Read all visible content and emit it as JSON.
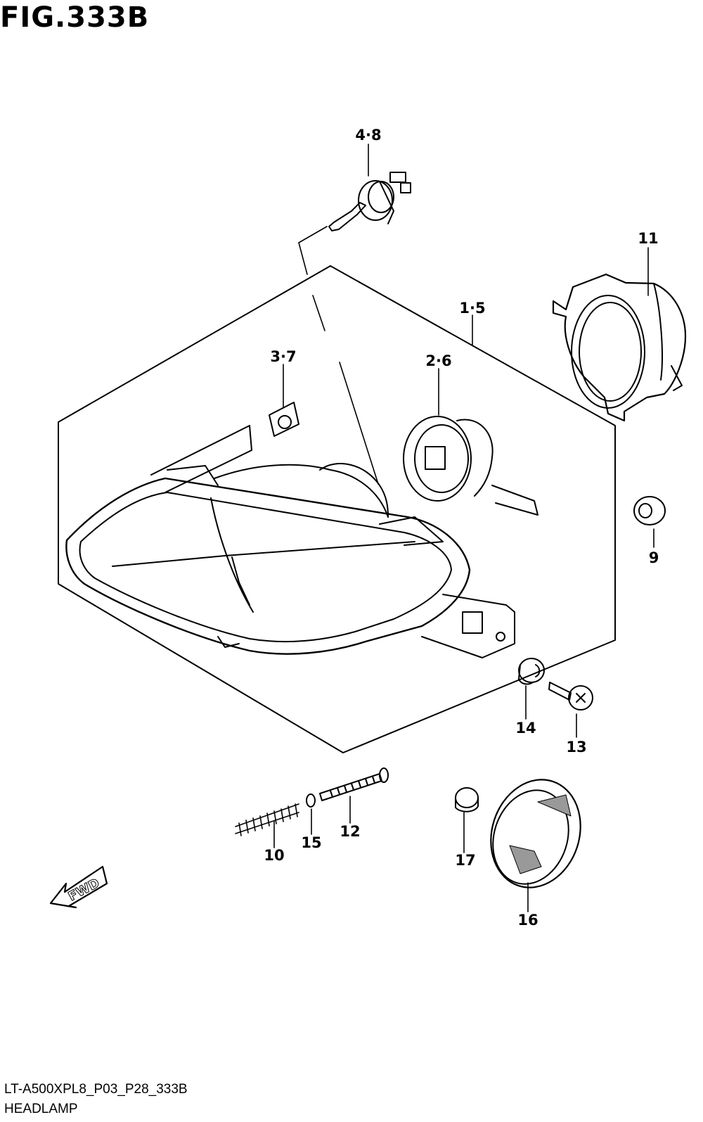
{
  "figure": {
    "title": "FIG.333B",
    "drawing_code": "LT-A500XPL8_P03_P28_333B",
    "section_name": "HEADLAMP"
  },
  "callouts": {
    "bulb": "4·8",
    "headlamp_assy": "1·5",
    "clip": "3·7",
    "socket": "2·6",
    "cover": "11",
    "grommet": "9",
    "cushion": "14",
    "screw": "13",
    "spring": "10",
    "washer": "15",
    "adjust_screw": "12",
    "nut": "17",
    "reflector": "16"
  },
  "fwd_label": "FWD",
  "colors": {
    "ink": "#000000",
    "paper": "#ffffff"
  }
}
